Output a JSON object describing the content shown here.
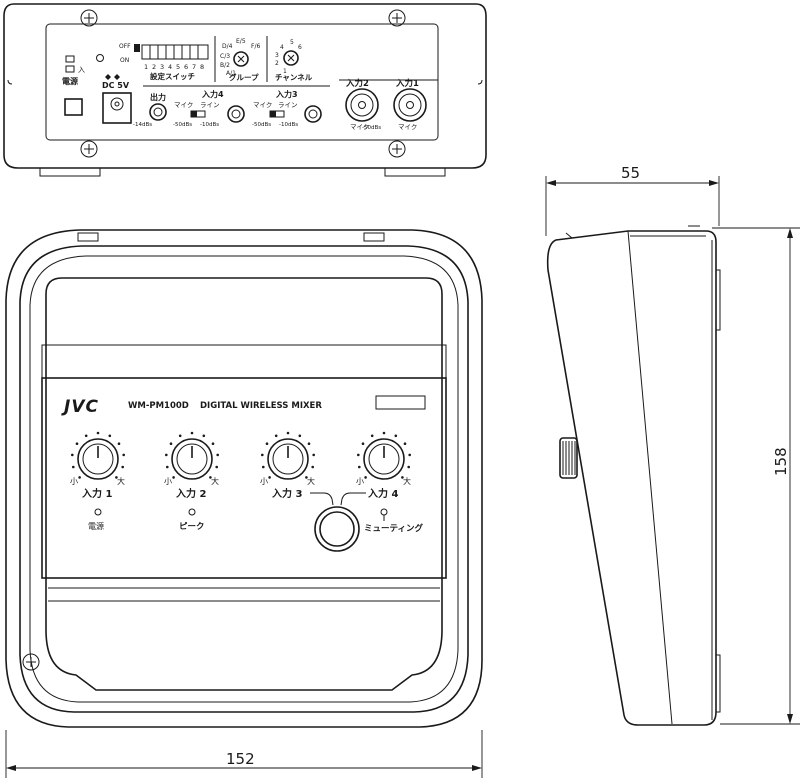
{
  "rear_panel": {
    "dip_off": "OFF",
    "dip_on": "ON",
    "dip_numbers": [
      "1",
      "2",
      "3",
      "4",
      "5",
      "6",
      "7",
      "8"
    ],
    "dip_label": "設定スイッチ",
    "group_top": "E/5",
    "group_labels": [
      "D/4",
      "C/3",
      "B/2",
      "A/1",
      "F/6"
    ],
    "group_label": "グループ",
    "channel_numbers": [
      "5",
      "4",
      "6",
      "3",
      "2",
      "1"
    ],
    "channel_label": "チャンネル",
    "power_label": "電源",
    "power_on": "入",
    "dc_label": "DC 5V",
    "output_label": "出力",
    "input4_label": "入力4",
    "input3_label": "入力3",
    "mic_label": "マイク",
    "line_label": "ライン",
    "level_minus14": "-14dBs",
    "level_minus50": "-50dBs",
    "level_minus10": "-10dBs",
    "input2_label": "入力2",
    "input1_label": "入力1",
    "mic_short": "マイク"
  },
  "front_panel": {
    "brand": "JVC",
    "model": "WM-PM100D",
    "product": "DIGITAL WIRELESS MIXER",
    "knob_min": "小",
    "knob_max": "大",
    "knobs": [
      "入力 1",
      "入力 2",
      "入力 3",
      "入力 4"
    ],
    "indicator_power": "電源",
    "indicator_peak": "ピーク",
    "indicator_muting": "ミューティング"
  },
  "dimensions": {
    "width": "152",
    "depth": "55",
    "height": "158"
  }
}
